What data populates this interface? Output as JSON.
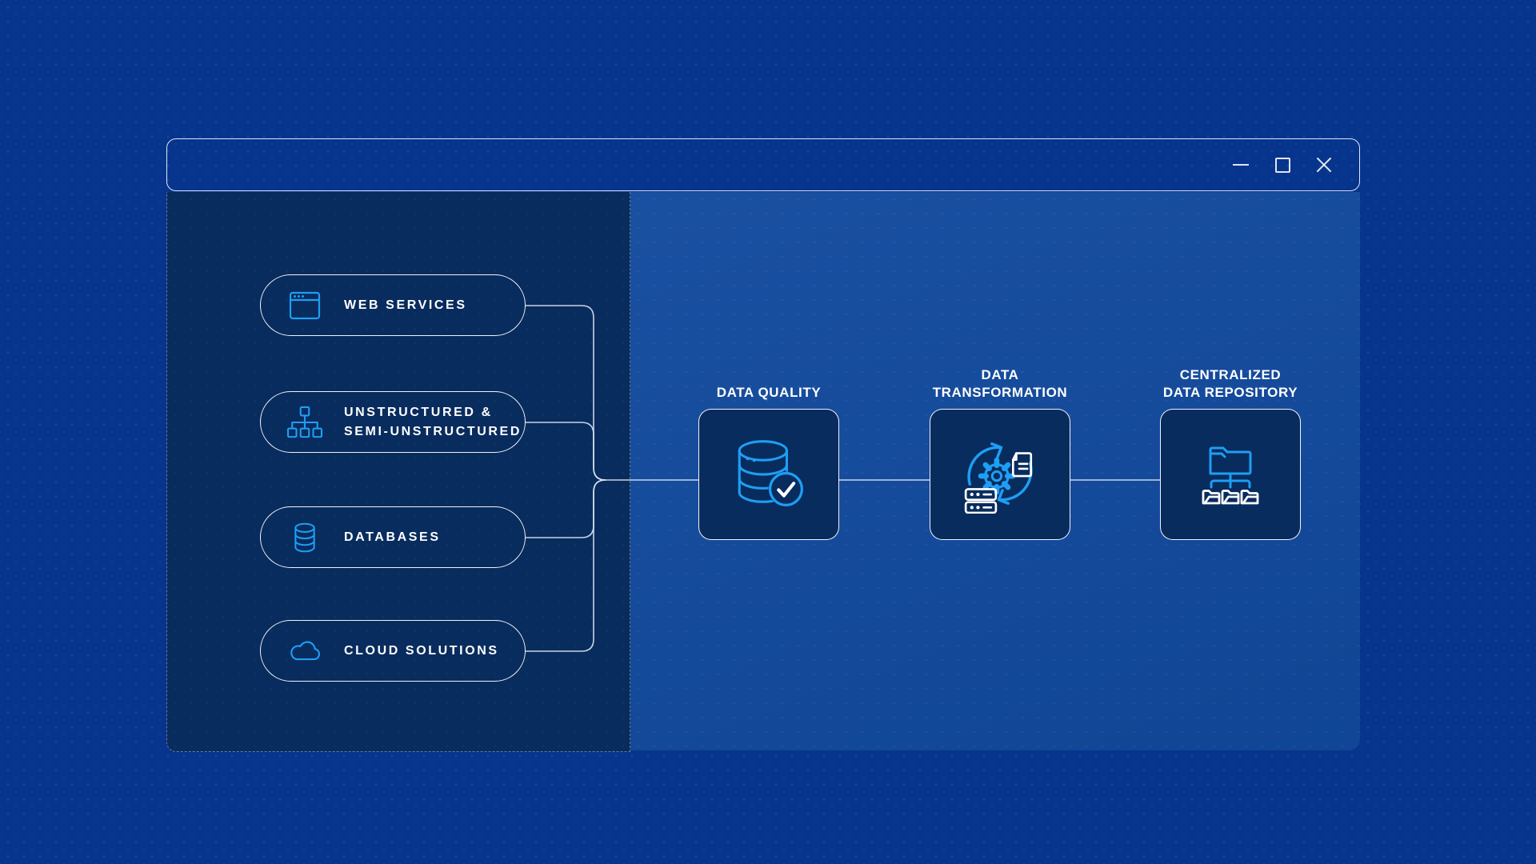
{
  "window": {
    "controls": {
      "minimize_icon": "minimize-icon",
      "maximize_icon": "maximize-icon",
      "close_icon": "close-icon"
    }
  },
  "sidebar": {
    "items": [
      {
        "id": "web-services",
        "icon": "browser-window-icon",
        "label": "WEB SERVICES"
      },
      {
        "id": "unstructured",
        "icon": "sitemap-icon",
        "label": "UNSTRUCTURED &\nSEMI-UNSTRUCTURED"
      },
      {
        "id": "databases",
        "icon": "database-icon",
        "label": "DATABASES"
      },
      {
        "id": "cloud-solutions",
        "icon": "cloud-icon",
        "label": "CLOUD SOLUTIONS"
      }
    ]
  },
  "pipeline": {
    "stages": [
      {
        "id": "data-quality",
        "icon": "database-check-icon",
        "label": "DATA QUALITY"
      },
      {
        "id": "data-transformation",
        "icon": "sync-gear-icon",
        "label": "DATA\nTRANSFORMATION"
      },
      {
        "id": "centralized-data-repository",
        "icon": "folder-tree-icon",
        "label": "CENTRALIZED\nDATA REPOSITORY"
      }
    ]
  },
  "colors": {
    "page_blue": "#07348D",
    "panel_navy": "#092C5E",
    "main_blue": "#11499D",
    "accent_blue": "#1E9EF4",
    "line_white": "#D9E3F2"
  }
}
